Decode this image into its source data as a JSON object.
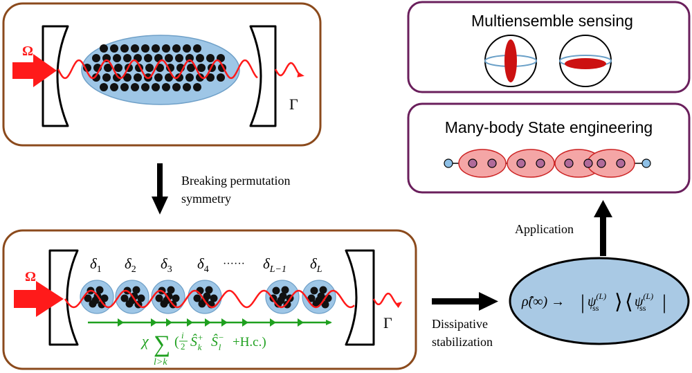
{
  "top_panel": {
    "drive_label": "Ω",
    "loss_label": "Γ"
  },
  "arrow_breaking": {
    "line1": "Breaking permutation",
    "line2": "symmetry"
  },
  "bottom_panel": {
    "drive_label": "Ω",
    "loss_label": "Γ",
    "detunings": [
      "δ",
      "δ",
      "δ",
      "δ",
      "δ",
      "δ"
    ],
    "detuning_subscripts": [
      "1",
      "2",
      "3",
      "4",
      "L−1",
      "L"
    ],
    "ellipsis": "······",
    "coupling": {
      "chi": "χ",
      "sum": "∑",
      "sum_index": "l>k",
      "term_open": "(",
      "frac_num": "i",
      "frac_den": "2",
      "s_plus": "Ŝ",
      "s_plus_sup": "+",
      "s_plus_sub": "k",
      "s_minus": "Ŝ",
      "s_minus_sup": "−",
      "s_minus_sub": "l",
      "term_tail": " +H.c.)"
    }
  },
  "arrow_dissipative": {
    "line1": "Dissipative",
    "line2": "stabilization"
  },
  "steady_state": {
    "rho": "ρ̂(∞) →",
    "ket_open": "|",
    "psi": "ψ",
    "psi_sub": "ss",
    "psi_sup": "(L)",
    "ket_close": "⟩",
    "bra_open": "⟨",
    "bra_close": "|"
  },
  "arrow_application": {
    "label": "Application"
  },
  "many_body": {
    "title": "Many-body State engineering"
  },
  "sensing": {
    "title": "Multiensemble sensing"
  },
  "colors": {
    "cavity_frame": "#8b4a1c",
    "app_frame": "#6a1f5c",
    "cloud": "#9ec6e6",
    "beam": "#ff1a1a",
    "coupling": "#1fa01f",
    "state_fill": "#a9c9e4",
    "pair": "#f4a6a6"
  }
}
